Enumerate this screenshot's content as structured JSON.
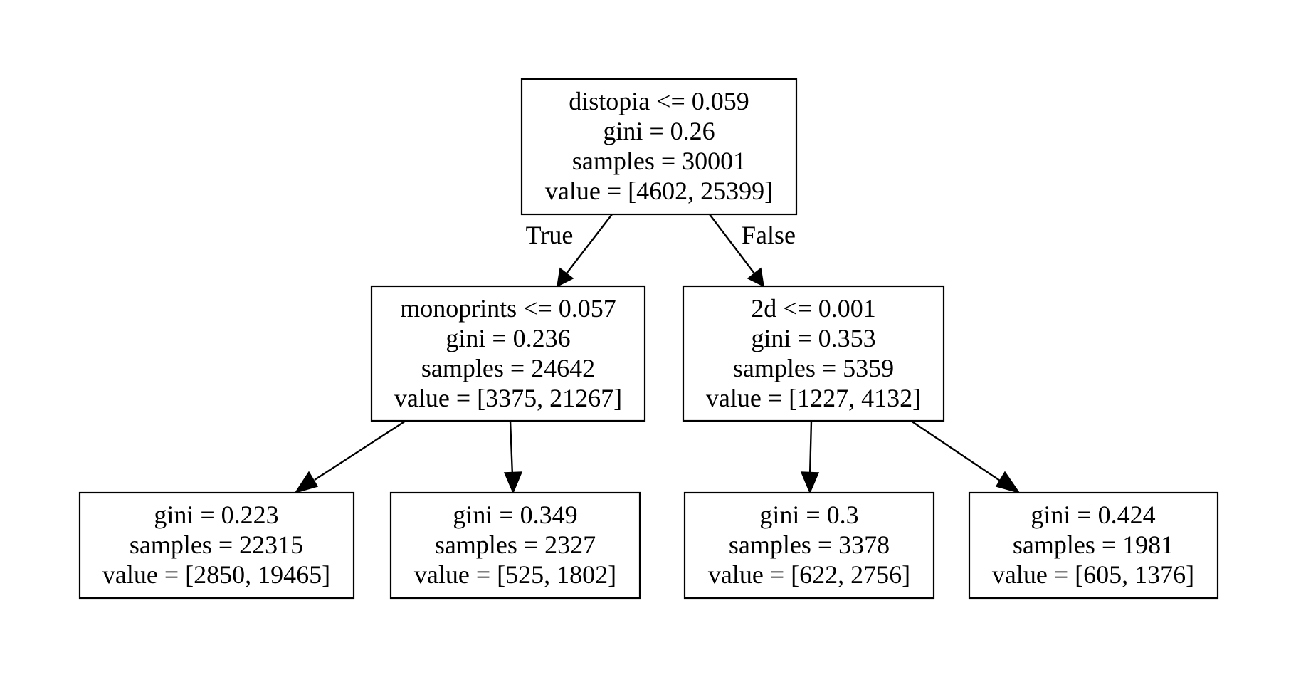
{
  "tree": {
    "nodes": [
      {
        "id": "node-0",
        "lines": [
          "distopia <= 0.059",
          "gini = 0.26",
          "samples = 30001",
          "value = [4602, 25399]"
        ]
      },
      {
        "id": "node-1",
        "lines": [
          "monoprints <= 0.057",
          "gini = 0.236",
          "samples = 24642",
          "value = [3375, 21267]"
        ]
      },
      {
        "id": "node-2",
        "lines": [
          "2d <= 0.001",
          "gini = 0.353",
          "samples = 5359",
          "value = [1227, 4132]"
        ]
      },
      {
        "id": "node-3",
        "lines": [
          "gini = 0.223",
          "samples = 22315",
          "value = [2850, 19465]"
        ]
      },
      {
        "id": "node-4",
        "lines": [
          "gini = 0.349",
          "samples = 2327",
          "value = [525, 1802]"
        ]
      },
      {
        "id": "node-5",
        "lines": [
          "gini = 0.3",
          "samples = 3378",
          "value = [622, 2756]"
        ]
      },
      {
        "id": "node-6",
        "lines": [
          "gini = 0.424",
          "samples = 1981",
          "value = [605, 1376]"
        ]
      }
    ],
    "edges": [
      {
        "from": "node-0",
        "to": "node-1",
        "label": "True"
      },
      {
        "from": "node-0",
        "to": "node-2",
        "label": "False"
      },
      {
        "from": "node-1",
        "to": "node-3",
        "label": ""
      },
      {
        "from": "node-1",
        "to": "node-4",
        "label": ""
      },
      {
        "from": "node-2",
        "to": "node-5",
        "label": ""
      },
      {
        "from": "node-2",
        "to": "node-6",
        "label": ""
      }
    ]
  }
}
